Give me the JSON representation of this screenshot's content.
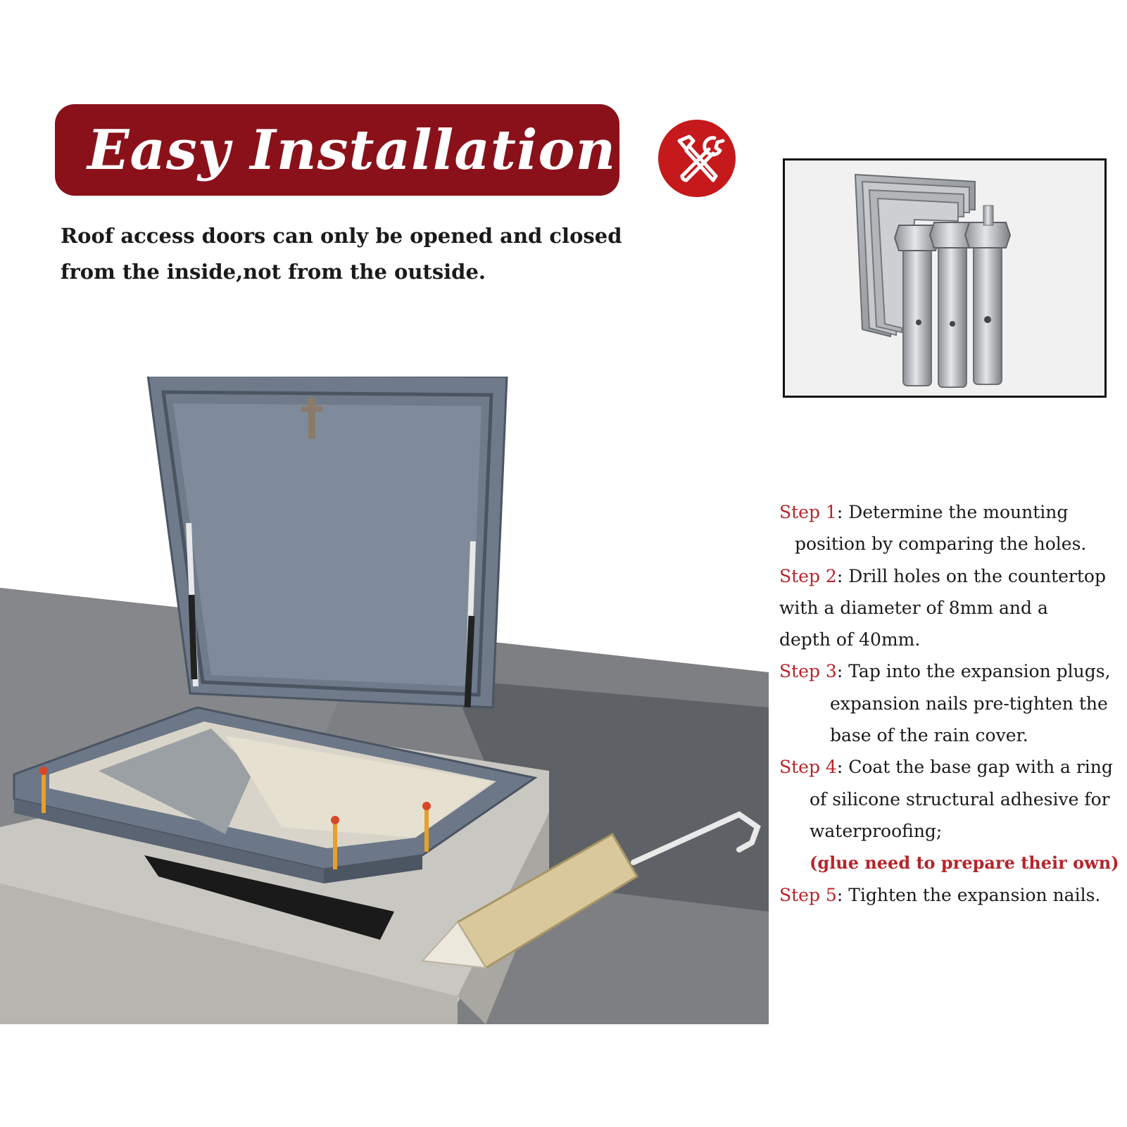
{
  "header": {
    "title": "Easy Installation",
    "badge_icon": "hammer-wrench-icon",
    "banner_color": "#8a111a",
    "badge_color": "#c5191c"
  },
  "intro": {
    "line1": "Roof access doors can only be opened and closed",
    "line2": "from the inside,not from the outside."
  },
  "images": {
    "anchor_photo": "expansion-anchor-bolts-photo",
    "scene": "roof-hatch-installation-illustration"
  },
  "steps": {
    "label_color": "#b7242a",
    "items": [
      {
        "label": "Step 1",
        "lines": [
          ": Determine the mounting",
          "position by comparing the holes."
        ]
      },
      {
        "label": "Step 2",
        "lines": [
          ": Drill holes on the countertop",
          "with a diameter of 8mm and a",
          "depth of 40mm."
        ]
      },
      {
        "label": "Step 3",
        "lines": [
          ": Tap into the expansion plugs,",
          "expansion nails pre-tighten the",
          "base of the rain cover."
        ]
      },
      {
        "label": "Step 4",
        "lines": [
          ": Coat the base gap with a ring",
          "of silicone structural adhesive for",
          "waterproofing;"
        ],
        "note": "(glue need to prepare their own)"
      },
      {
        "label": "Step 5",
        "lines": [
          ": Tighten the expansion nails."
        ]
      }
    ]
  }
}
